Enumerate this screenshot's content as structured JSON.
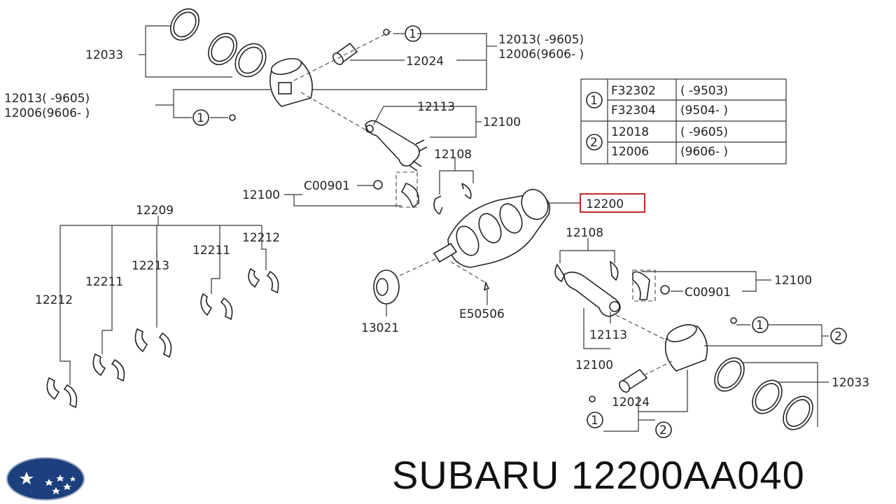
{
  "callouts": {
    "piston_upper_left": "12033",
    "pin_upper": "12024",
    "piston_left_a": "12013(      -9605)",
    "piston_left_b": "12006(9606-     )",
    "piston_right_a": "12013(      -9605)",
    "piston_right_b": "12006(9606-     )",
    "circle_one": "1",
    "circle_two": "2",
    "rod_upper": "12113",
    "rod_assy_upper": "12100",
    "bearing_upper": "12108",
    "rod_assy_left": "12100",
    "nut_left": "C00901",
    "crankshaft": "12200",
    "bearing_set": "12209",
    "bearing_12212_a": "12212",
    "bearing_12211_a": "12211",
    "bearing_12213": "12213",
    "bearing_12211_b": "12211",
    "bearing_12212_b": "12212",
    "sprocket": "13021",
    "key": "E50506",
    "bearing_lower": "12108",
    "rod_assy_right": "12100",
    "nut_right": "C00901",
    "rod_lower": "12113",
    "rod_assy_lower": "12100",
    "pin_lower": "12024",
    "ring_lower": "12033"
  },
  "legend_table": {
    "rows": [
      {
        "ref": "1",
        "part": "F32302",
        "range": "(      -9503)"
      },
      {
        "ref": "1",
        "part": "F32304",
        "range": "(9504-      )"
      },
      {
        "ref": "2",
        "part": "12018",
        "range": "(      -9605)"
      },
      {
        "ref": "2",
        "part": "12006",
        "range": "(9606-      )"
      }
    ]
  },
  "caption": "SUBARU 12200AA040",
  "colors": {
    "highlight": "#c0282d",
    "logo_blue": "#1d3f7d"
  },
  "logo_icon": "subaru-logo"
}
